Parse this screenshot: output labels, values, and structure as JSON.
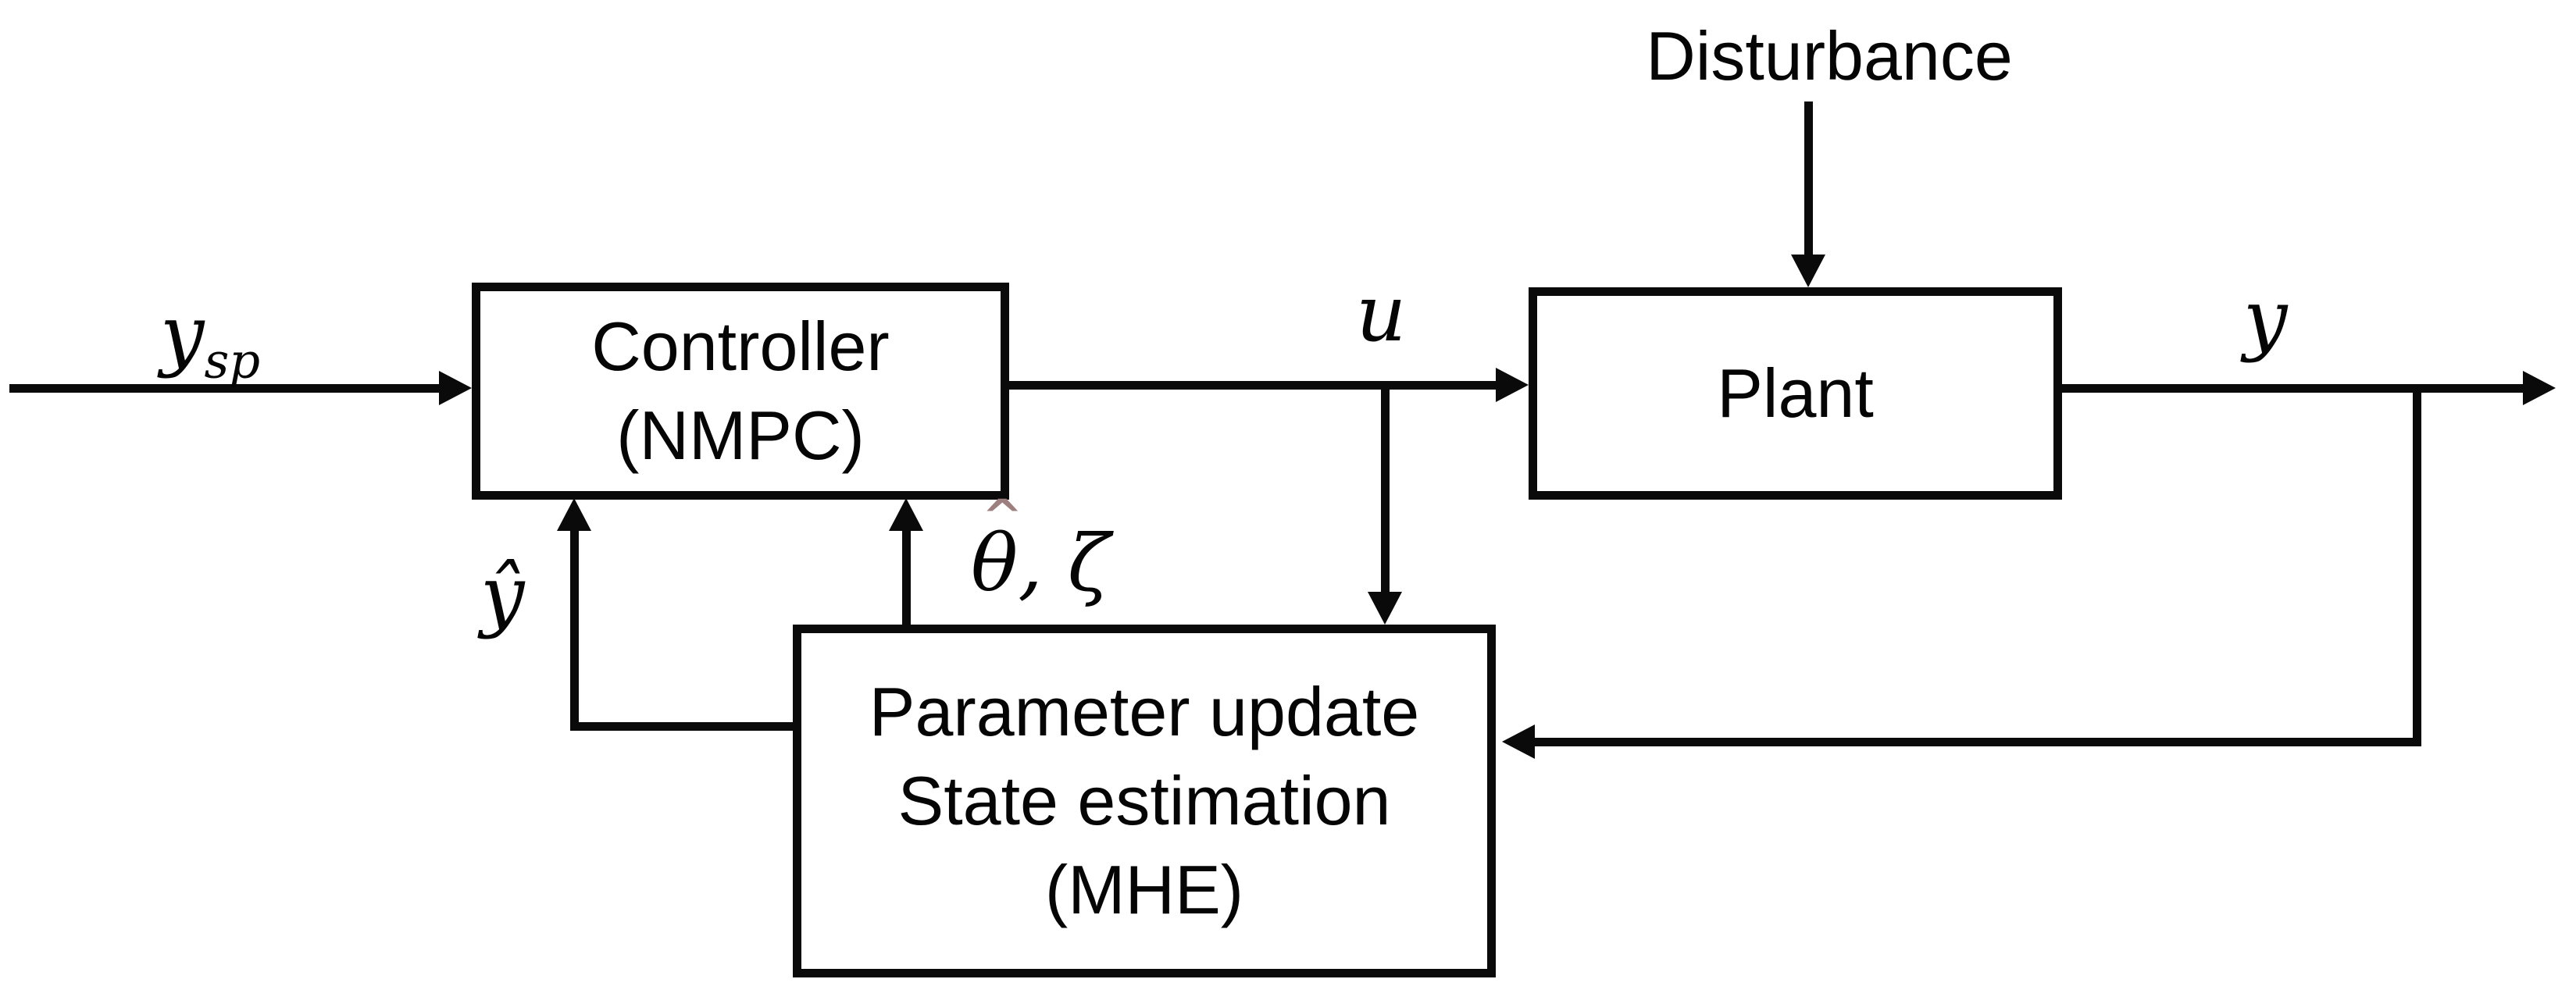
{
  "diagram": {
    "background_color": "#ffffff",
    "line_color": "#0a0a0a",
    "text_color": "#050505",
    "theta_hat_accent_color": "#9e7f7f",
    "blocks": {
      "controller": {
        "line1": "Controller",
        "line2": "(NMPC)"
      },
      "plant": {
        "label": "Plant"
      },
      "estimator": {
        "line1": "Parameter update",
        "line2": "State estimation",
        "line3": "(MHE)"
      }
    },
    "signals": {
      "setpoint": {
        "base": "y",
        "subscript": "sp"
      },
      "control_input": "u",
      "output": "y",
      "estimated_output": "ŷ",
      "parameters": {
        "theta": "θ",
        "hat": "ˆ",
        "rest": ", ζ"
      },
      "disturbance": "Disturbance"
    }
  }
}
